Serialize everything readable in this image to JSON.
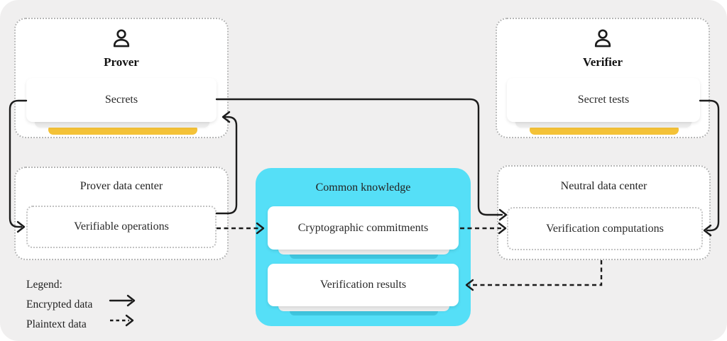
{
  "palette": {
    "background": "#f0efef",
    "cyan": "#55dff7",
    "cyan_dark": "#3fc5de",
    "yellow": "#f4c237",
    "line": "#1c1c1c",
    "dotted_border": "#b6b6b6"
  },
  "actors": {
    "prover": {
      "title": "Prover",
      "card": "Secrets"
    },
    "verifier": {
      "title": "Verifier",
      "card": "Secret tests"
    }
  },
  "zones": {
    "prover_dc": {
      "title": "Prover data center",
      "card": "Verifiable operations"
    },
    "common": {
      "title": "Common knowledge",
      "cards": [
        "Cryptographic commitments",
        "Verification results"
      ]
    },
    "neutral_dc": {
      "title": "Neutral data center",
      "card": "Verification computations"
    }
  },
  "legend": {
    "title": "Legend:",
    "items": [
      {
        "label": "Encrypted data",
        "style": "solid"
      },
      {
        "label": "Plaintext data",
        "style": "dashed"
      }
    ]
  }
}
